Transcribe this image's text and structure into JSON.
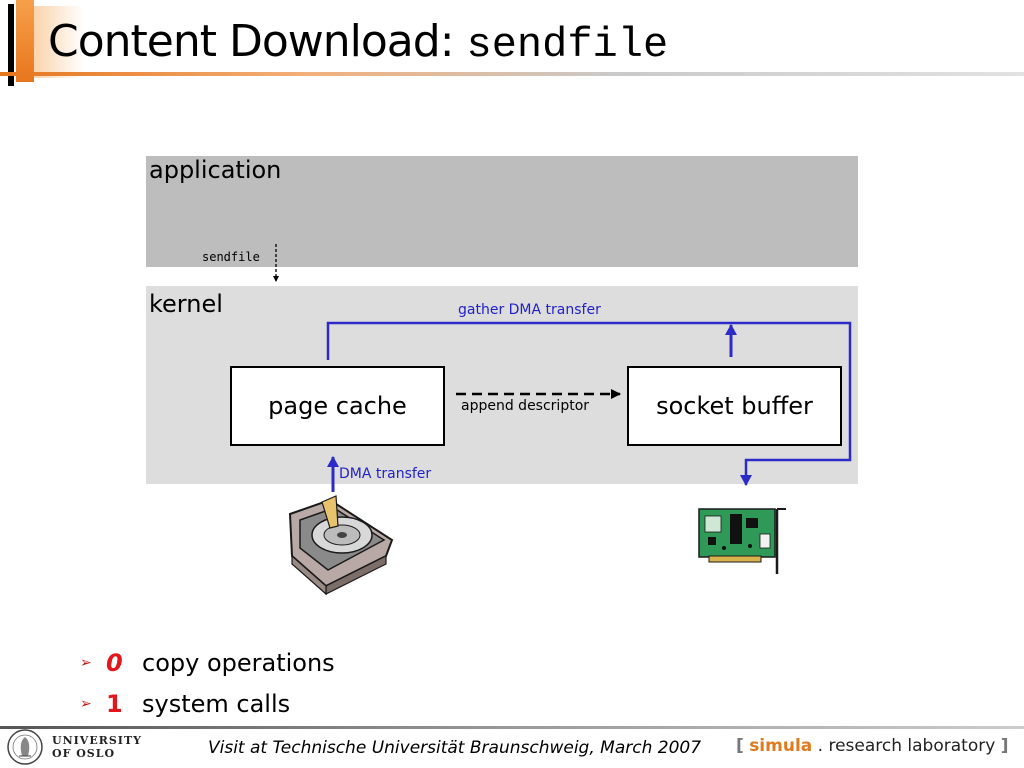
{
  "slide": {
    "title_main": "Content Download:",
    "title_code": "sendfile"
  },
  "diagram": {
    "application_label": "application",
    "kernel_label": "kernel",
    "sendfile_call": "sendfile",
    "page_cache_label": "page cache",
    "socket_buffer_label": "socket buffer",
    "append_descriptor_label": "append descriptor",
    "gather_dma_label": "gather DMA transfer",
    "dma_transfer_label": "DMA transfer",
    "hard_disk_icon": "hard-disk-icon",
    "network_card_icon": "network-card-icon",
    "colors": {
      "dma_arrow": "#2b2bc8",
      "application_panel": "#bdbdbd",
      "kernel_panel": "#dddddd"
    }
  },
  "bullets": [
    {
      "marker": "➢",
      "number": "0",
      "text": "copy operations"
    },
    {
      "marker": "➢",
      "number": "1",
      "text": "system calls"
    }
  ],
  "footer": {
    "university_line1": "UNIVERSITY",
    "university_line2": "OF OSLO",
    "note": "Visit at Technische Universität Braunschweig, March 2007",
    "brand_open": "[",
    "brand_simula": "simula",
    "brand_rest": ". research laboratory",
    "brand_close": "]"
  }
}
